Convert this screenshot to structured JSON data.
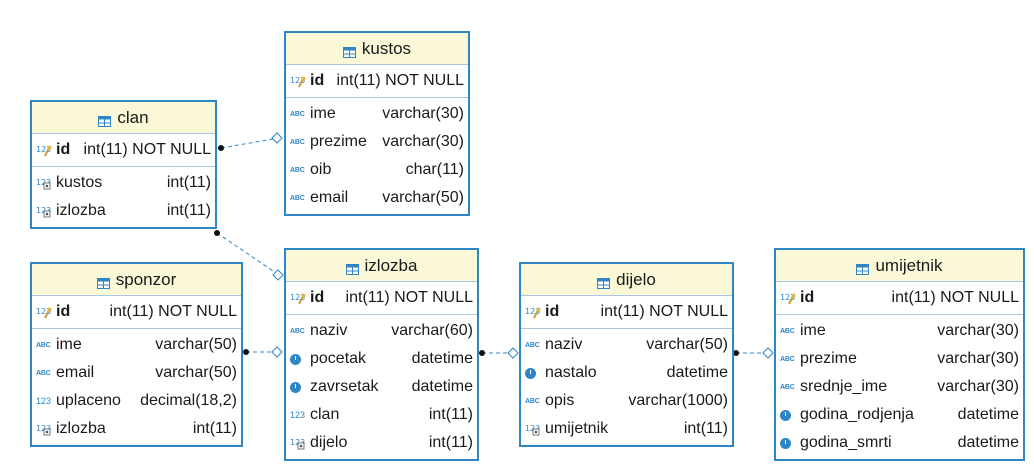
{
  "tables": {
    "kustos": {
      "name": "kustos",
      "pk": {
        "name": "id",
        "type": "int(11) NOT NULL"
      },
      "columns": [
        {
          "icon": "abc-icon",
          "name": "ime",
          "type": "varchar(30)"
        },
        {
          "icon": "abc-icon",
          "name": "prezime",
          "type": "varchar(30)"
        },
        {
          "icon": "abc-icon",
          "name": "oib",
          "type": "char(11)"
        },
        {
          "icon": "abc-icon",
          "name": "email",
          "type": "varchar(50)"
        }
      ]
    },
    "clan": {
      "name": "clan",
      "pk": {
        "name": "id",
        "type": "int(11) NOT NULL"
      },
      "columns": [
        {
          "icon": "fk-icon",
          "name": "kustos",
          "type": "int(11)"
        },
        {
          "icon": "fk-icon",
          "name": "izlozba",
          "type": "int(11)"
        }
      ]
    },
    "sponzor": {
      "name": "sponzor",
      "pk": {
        "name": "id",
        "type": "int(11) NOT NULL"
      },
      "columns": [
        {
          "icon": "abc-icon",
          "name": "ime",
          "type": "varchar(50)"
        },
        {
          "icon": "abc-icon",
          "name": "email",
          "type": "varchar(50)"
        },
        {
          "icon": "number-icon",
          "name": "uplaceno",
          "type": "decimal(18,2)"
        },
        {
          "icon": "fk-icon",
          "name": "izlozba",
          "type": "int(11)"
        }
      ]
    },
    "izlozba": {
      "name": "izlozba",
      "pk": {
        "name": "id",
        "type": "int(11) NOT NULL"
      },
      "columns": [
        {
          "icon": "abc-icon",
          "name": "naziv",
          "type": "varchar(60)"
        },
        {
          "icon": "clock-icon",
          "name": "pocetak",
          "type": "datetime"
        },
        {
          "icon": "clock-icon",
          "name": "zavrsetak",
          "type": "datetime"
        },
        {
          "icon": "number-icon",
          "name": "clan",
          "type": "int(11)"
        },
        {
          "icon": "fk-icon",
          "name": "dijelo",
          "type": "int(11)"
        }
      ]
    },
    "dijelo": {
      "name": "dijelo",
      "pk": {
        "name": "id",
        "type": "int(11) NOT NULL"
      },
      "columns": [
        {
          "icon": "abc-icon",
          "name": "naziv",
          "type": "varchar(50)"
        },
        {
          "icon": "clock-icon",
          "name": "nastalo",
          "type": "datetime"
        },
        {
          "icon": "abc-icon",
          "name": "opis",
          "type": "varchar(1000)"
        },
        {
          "icon": "fk-icon",
          "name": "umijetnik",
          "type": "int(11)"
        }
      ]
    },
    "umijetnik": {
      "name": "umijetnik",
      "pk": {
        "name": "id",
        "type": "int(11) NOT NULL"
      },
      "columns": [
        {
          "icon": "abc-icon",
          "name": "ime",
          "type": "varchar(30)"
        },
        {
          "icon": "abc-icon",
          "name": "prezime",
          "type": "varchar(30)"
        },
        {
          "icon": "abc-icon",
          "name": "srednje_ime",
          "type": "varchar(30)"
        },
        {
          "icon": "clock-icon",
          "name": "godina_rodjenja",
          "type": "datetime"
        },
        {
          "icon": "clock-icon",
          "name": "godina_smrti",
          "type": "datetime"
        }
      ]
    }
  },
  "relations": [
    {
      "from": "clan",
      "to": "kustos"
    },
    {
      "from": "clan",
      "to": "izlozba"
    },
    {
      "from": "izlozba",
      "to": "sponzor"
    },
    {
      "from": "dijelo",
      "to": "izlozba"
    },
    {
      "from": "umijetnik",
      "to": "dijelo"
    }
  ],
  "colors": {
    "border": "#2f86c4",
    "header": "#fbf8d8",
    "link": "#2f86c4"
  }
}
